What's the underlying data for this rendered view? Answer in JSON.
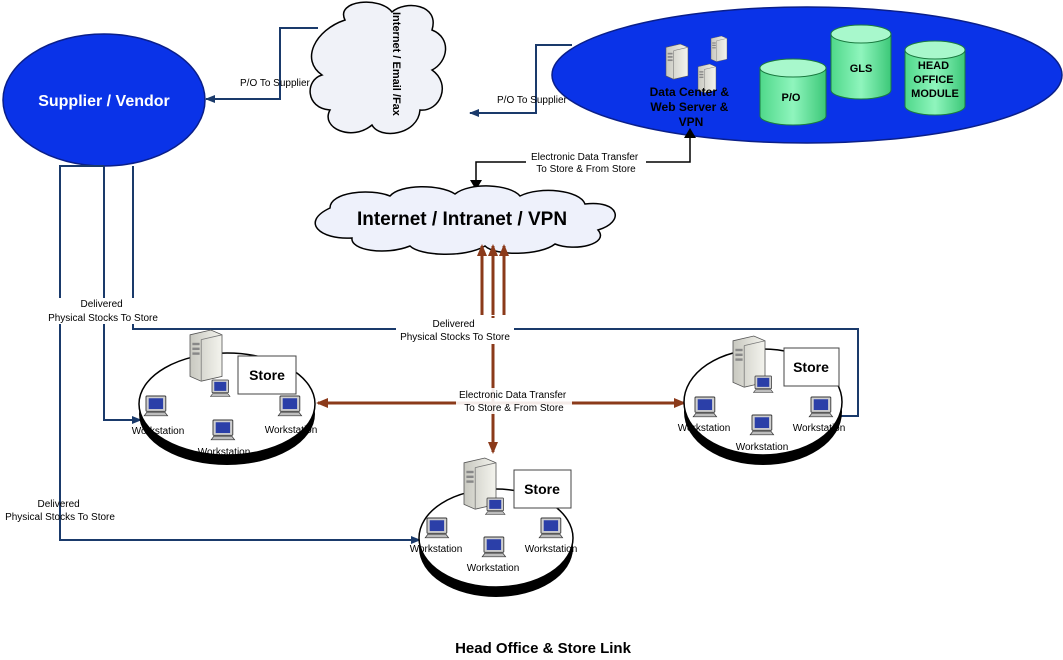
{
  "title": "Head Office & Store Link",
  "supplier": {
    "label": "Supplier / Vendor"
  },
  "comm_cloud": {
    "label": "Internet / Email /Fax"
  },
  "network_cloud": {
    "label": "Internet / Intranet / VPN"
  },
  "head_office": {
    "server_label": [
      "Data Center &",
      "Web Server &",
      "VPN"
    ],
    "databases": [
      {
        "label": [
          "P/O"
        ]
      },
      {
        "label": [
          "GLS"
        ]
      },
      {
        "label": [
          "HEAD",
          "OFFICE",
          "MODULE"
        ]
      }
    ]
  },
  "flows": {
    "po_to_supplier_1": "P/O To Supplier",
    "po_to_supplier_2": "P/O To Supplier",
    "edt_head_office": [
      "Electronic Data Transfer",
      "To Store & From Store"
    ],
    "edt_stores": [
      "Electronic Data Transfer",
      "To Store & From Store"
    ],
    "delivered_1": [
      "Delivered",
      "Physical Stocks To Store"
    ],
    "delivered_2": [
      "Delivered",
      "Physical Stocks To Store"
    ],
    "delivered_3": [
      "Delivered",
      "Physical Stocks To Store"
    ]
  },
  "stores": [
    {
      "label": "Store",
      "workstations": [
        "Workstation",
        "Workstation",
        "Workstation"
      ]
    },
    {
      "label": "Store",
      "workstations": [
        "Workstation",
        "Workstation",
        "Workstation"
      ]
    },
    {
      "label": "Store",
      "workstations": [
        "Workstation",
        "Workstation",
        "Workstation"
      ]
    }
  ],
  "colors": {
    "oval_blue": "#0a33e8",
    "line_navy": "#1a3a6b",
    "link_brown": "#8b3a1a",
    "db_green": "#5fe89a"
  }
}
